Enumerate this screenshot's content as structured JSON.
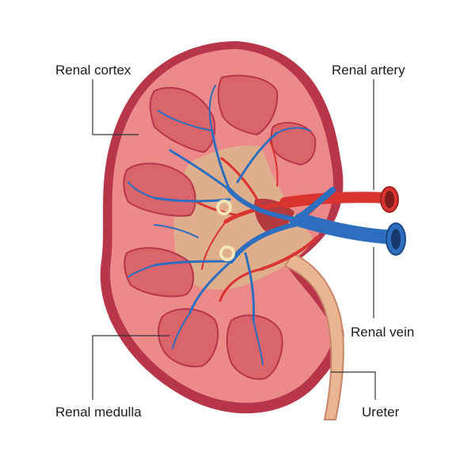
{
  "labels": {
    "renal_cortex": "Renal cortex",
    "renal_artery": "Renal artery",
    "renal_vein": "Renal vein",
    "renal_medulla": "Renal medulla",
    "ureter": "Ureter"
  },
  "colors": {
    "capsule": "#b8364a",
    "cortex": "#ec8a8a",
    "cortex_inner": "#f09a96",
    "pyramid": "#d9646a",
    "pelvis": "#dfae8d",
    "ureter": "#e8b791",
    "artery": "#d9342f",
    "vein": "#2d6fbe",
    "leader_line": "#333333"
  }
}
